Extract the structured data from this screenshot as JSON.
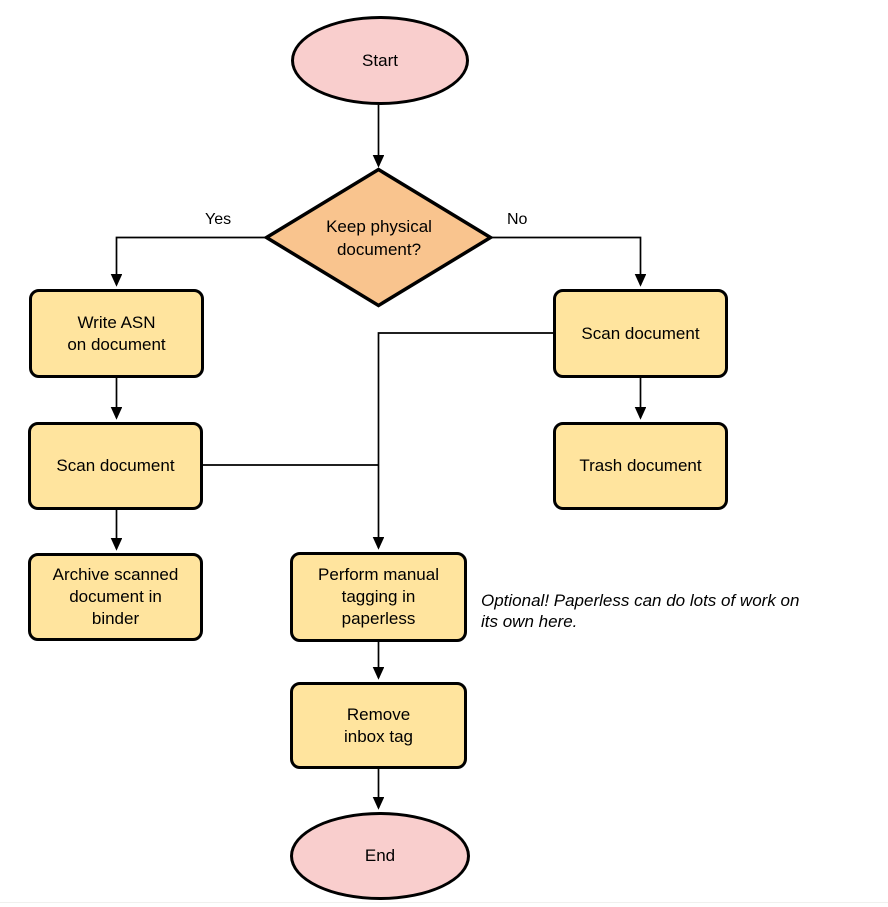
{
  "colors": {
    "terminal_fill": "#f9cecd",
    "decision_fill": "#f9c48e",
    "process_fill": "#ffe49e",
    "stroke": "#000000",
    "line": "#000000",
    "divider": "#f0f0ee"
  },
  "nodes": {
    "start": {
      "label": "Start",
      "shape": "ellipse"
    },
    "decision": {
      "label": "Keep physical\ndocument?",
      "shape": "diamond"
    },
    "write_asn": {
      "label": "Write ASN\non document",
      "shape": "rounded-rect"
    },
    "scan_left": {
      "label": "Scan document",
      "shape": "rounded-rect"
    },
    "archive": {
      "label": "Archive scanned\ndocument in\nbinder",
      "shape": "rounded-rect"
    },
    "scan_right": {
      "label": "Scan document",
      "shape": "rounded-rect"
    },
    "trash": {
      "label": "Trash document",
      "shape": "rounded-rect"
    },
    "tagging": {
      "label": "Perform manual\ntagging in\npaperless",
      "shape": "rounded-rect"
    },
    "remove_inbox": {
      "label": "Remove\ninbox tag",
      "shape": "rounded-rect"
    },
    "end": {
      "label": "End",
      "shape": "ellipse"
    }
  },
  "edge_labels": {
    "yes": "Yes",
    "no": "No"
  },
  "note": "Optional! Paperless can do lots of work on\nits own here."
}
